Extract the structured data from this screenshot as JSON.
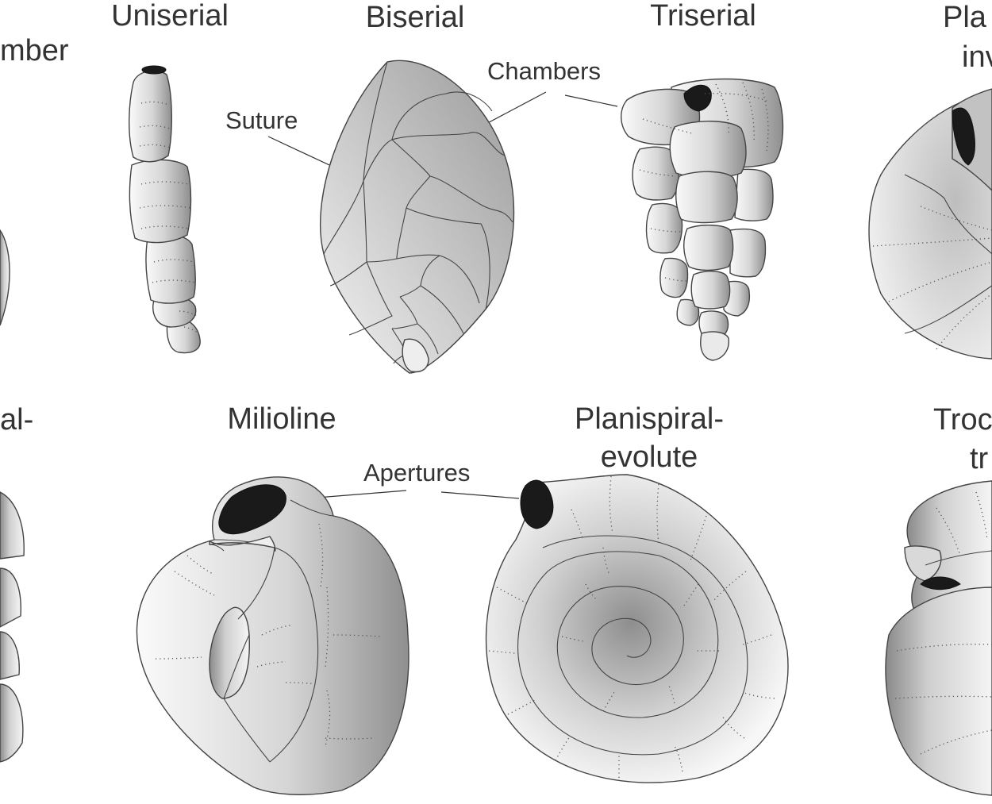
{
  "titles": {
    "single_chamber_fragment": "mber",
    "uniserial": "Uniserial",
    "biserial": "Biserial",
    "triserial": "Triserial",
    "planispiral_involute_line1": "Pla",
    "planispiral_involute_line2": "inv",
    "left_lower_line1": "al-",
    "milioline": "Milioline",
    "planispiral_evolute_line1": "Planispiral-",
    "planispiral_evolute_line2": "evolute",
    "trochospiral_line1": "Troc",
    "trochospiral_line2": "tr"
  },
  "labels": {
    "suture": "Suture",
    "chambers": "Chambers",
    "apertures": "Apertures"
  }
}
